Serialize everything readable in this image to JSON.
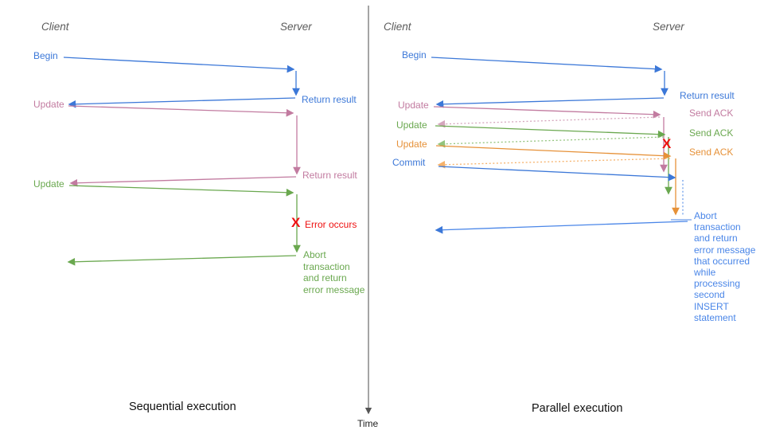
{
  "colors": {
    "blue": "#3c78d8",
    "light_blue": "#6d9eeb",
    "pink": "#c27ba0",
    "light_pink": "#d5a6bd",
    "green": "#6aa84f",
    "light_green": "#93c47d",
    "orange": "#e69138",
    "light_orange": "#f6b26b",
    "red": "#ee1111",
    "axis_gray": "#595959"
  },
  "time_axis": {
    "label": "Time"
  },
  "left": {
    "caption": "Sequential execution",
    "client": "Client",
    "server": "Server",
    "begin": "Begin",
    "return_result_1": "Return result",
    "update_1": "Update",
    "return_result_2": "Return result",
    "update_2": "Update",
    "error_icon": "X",
    "error_label": "Error occurs",
    "abort_lines": [
      "Abort",
      "transaction",
      "and return",
      "error message"
    ]
  },
  "right": {
    "caption": "Parallel execution",
    "client": "Client",
    "server": "Server",
    "begin": "Begin",
    "return_result": "Return result",
    "update_1": "Update",
    "send_ack_1": "Send ACK",
    "update_2": "Update",
    "send_ack_2": "Send ACK",
    "update_3": "Update",
    "send_ack_3": "Send ACK",
    "commit": "Commit",
    "error_icon": "X",
    "abort_lines": [
      "Abort",
      "transaction",
      "and return",
      "error message",
      "that occurred",
      "while",
      "processing",
      "second",
      "INSERT",
      "statement"
    ]
  }
}
